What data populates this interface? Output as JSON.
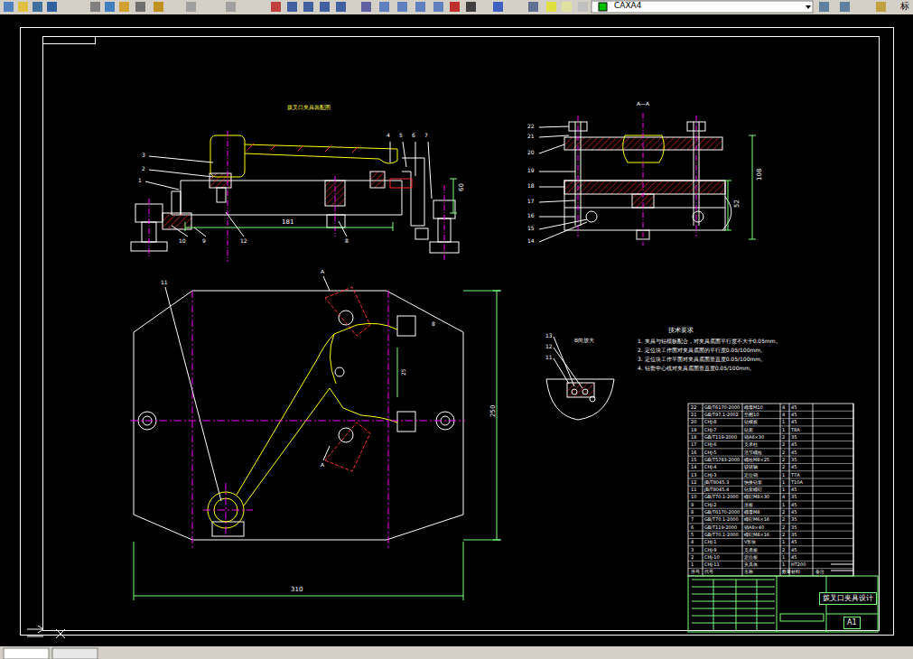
{
  "diagram": {
    "nodes": [
      {
        "text": [
          "拨叉口夹具设计"
        ]
      },
      {
        "text": [
          "A1"
        ]
      }
    ],
    "labels": [
      "CAXA4",
      "标",
      "拨叉口夹具装配图",
      "A—A",
      "3",
      "2",
      "1",
      "4",
      "5",
      "6",
      "7",
      "10",
      "9",
      "12",
      "8",
      "181",
      "60",
      "22",
      "21",
      "20",
      "19",
      "18",
      "17",
      "16",
      "15",
      "14",
      "108",
      "52",
      "11",
      "A",
      "A",
      "8",
      "25",
      "250",
      "310",
      "13",
      "12",
      "11",
      "B向放大",
      "技术要求",
      "1. 夹具与钻模板配合，对夹具底面平行度不大于0.05mm。",
      "2. 定位块工作面对夹具底面的平行度0.05/100mm。",
      "3. 定位块工作平面对夹具底面垂直度0.05/100mm。",
      "4. 钻套中心线对夹具底面垂直度0.05/100mm。",
      "序号",
      "代号",
      "名称",
      "数量",
      "材料",
      "备注",
      "22",
      "GB/T6170-2000",
      "螺母M10",
      "4",
      "45",
      "21",
      "GB/T97.1-2002",
      "垫圈10",
      "4",
      "45",
      "20",
      "CHJ-8",
      "钻模板",
      "1",
      "45",
      "19",
      "CHJ-7",
      "钻套",
      "1",
      "T8A",
      "18",
      "GB/T119-2000",
      "销A6×30",
      "2",
      "35",
      "17",
      "CHJ-6",
      "支承柱",
      "2",
      "45",
      "16",
      "CHJ-5",
      "活节螺栓",
      "2",
      "45",
      "15",
      "GB/T5783-2000",
      "螺栓M8×25",
      "2",
      "35",
      "14",
      "CHJ-4",
      "铰链轴",
      "2",
      "45",
      "13",
      "CHJ-3",
      "定位销",
      "1",
      "T7A",
      "12",
      "JB/T8045.3",
      "快换钻套",
      "1",
      "T10A",
      "11",
      "JB/T8045.4",
      "钻套螺钉",
      "1",
      "45",
      "10",
      "GB/T70.1-2000",
      "螺钉M8×30",
      "4",
      "35",
      "9",
      "CHJ-2",
      "压板",
      "1",
      "45",
      "8",
      "GB/T6170-2000",
      "螺母M8",
      "2",
      "45",
      "7",
      "GB/T70.1-2000",
      "螺钉M6×16",
      "2",
      "35",
      "6",
      "GB/T119-2000",
      "销A8×40",
      "2",
      "35",
      "5",
      "GB/T70.1-2000",
      "螺钉M8×16",
      "2",
      "35",
      "4",
      "CHJ-1",
      "V形块",
      "1",
      "45",
      "3",
      "CHJ-9",
      "支承板",
      "2",
      "45",
      "2",
      "CHJ-10",
      "定位板",
      "1",
      "45",
      "1",
      "CHJ-11",
      "夹具体",
      "1",
      "HT200"
    ]
  }
}
